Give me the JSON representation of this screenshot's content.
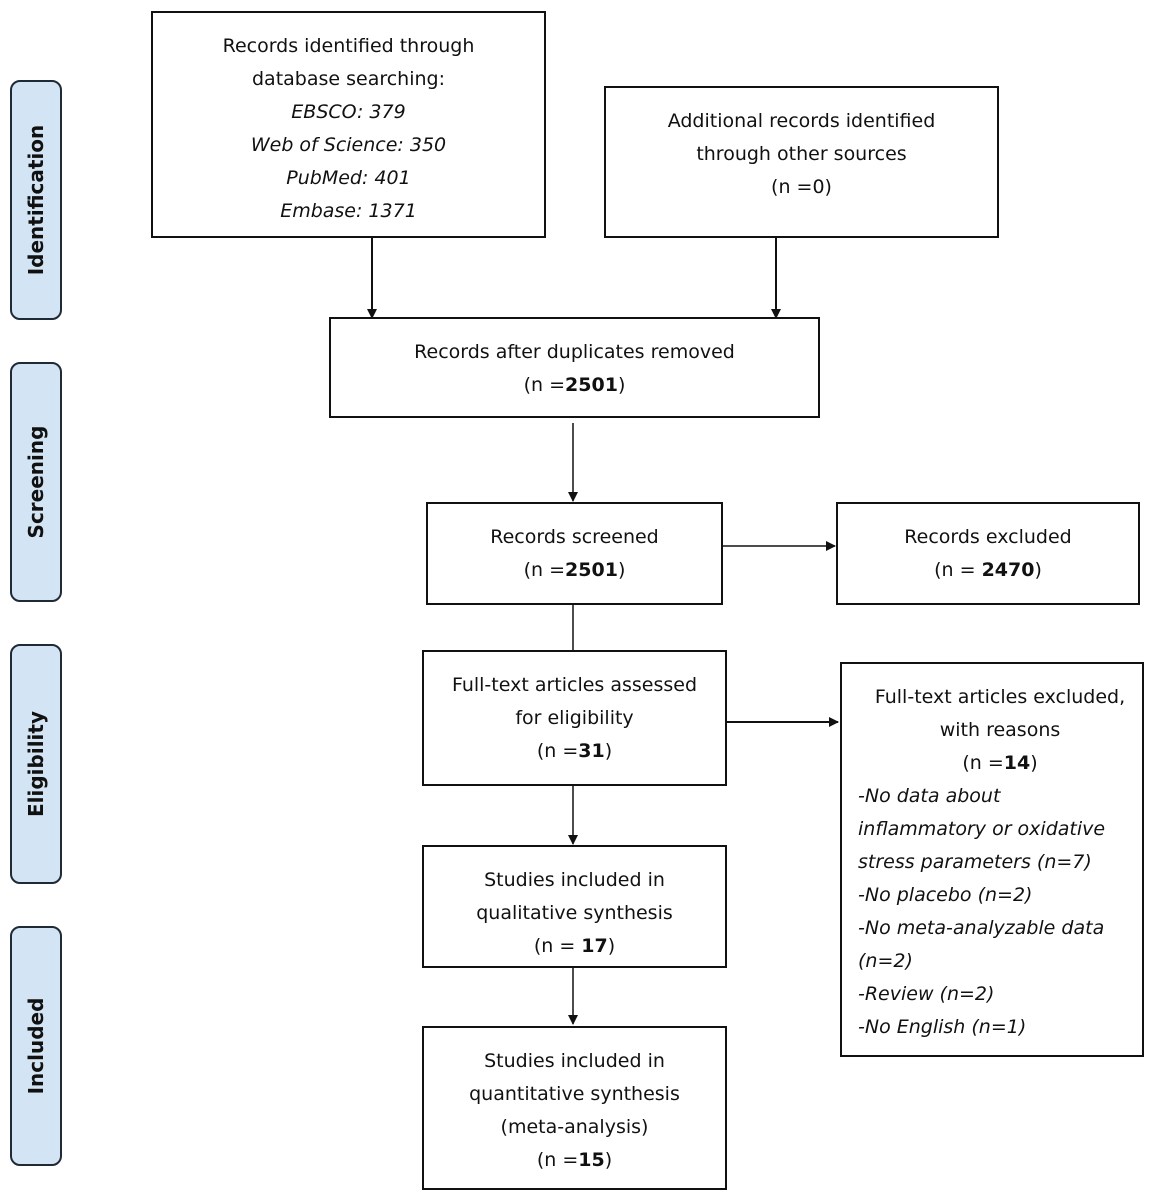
{
  "phases": {
    "identification": "Identification",
    "screening": "Screening",
    "eligibility": "Eligibility",
    "included": "Included"
  },
  "db_search": {
    "line1": "Records identified through",
    "line2": "database searching:",
    "sources": [
      "EBSCO: 379",
      "Web of Science: 350",
      "PubMed: 401",
      "Embase: 1371"
    ]
  },
  "other_sources": {
    "line1": "Additional records identified",
    "line2": "through other sources",
    "count": "(n =0)"
  },
  "duplicates_removed": {
    "line1": "Records after duplicates removed",
    "count_prefix": "(n =",
    "count": "2501",
    "count_suffix": ")"
  },
  "screened": {
    "line1": "Records screened",
    "count_prefix": "(n =",
    "count": "2501",
    "count_suffix": ")"
  },
  "excluded": {
    "line1": "Records excluded",
    "count_prefix": "(n = ",
    "count": "2470",
    "count_suffix": ")"
  },
  "fulltext_assessed": {
    "line1": "Full-text articles assessed",
    "line2": "for eligibility",
    "count_prefix": "(n =",
    "count": "31",
    "count_suffix": ")"
  },
  "fulltext_excluded": {
    "line1": "Full-text articles excluded,",
    "line2": "with reasons",
    "count_prefix": "(n =",
    "count": "14",
    "count_suffix": ")",
    "reasons": [
      "-No data about",
      "inflammatory or oxidative",
      "stress parameters (n=7)",
      "-No placebo (n=2)",
      "-No meta-analyzable data",
      "(n=2)",
      "-Review (n=2)",
      "-No English (n=1)"
    ]
  },
  "qualitative": {
    "line1": "Studies included in",
    "line2": "qualitative synthesis",
    "count_prefix": "(n = ",
    "count": "17",
    "count_suffix": ")"
  },
  "quantitative": {
    "line1": "Studies included in",
    "line2": "quantitative synthesis",
    "line3": "(meta-analysis)",
    "count_prefix": "(n =",
    "count": "15",
    "count_suffix": ")"
  },
  "colors": {
    "phase_fill": "#d3e5f4",
    "line": "#111111"
  }
}
